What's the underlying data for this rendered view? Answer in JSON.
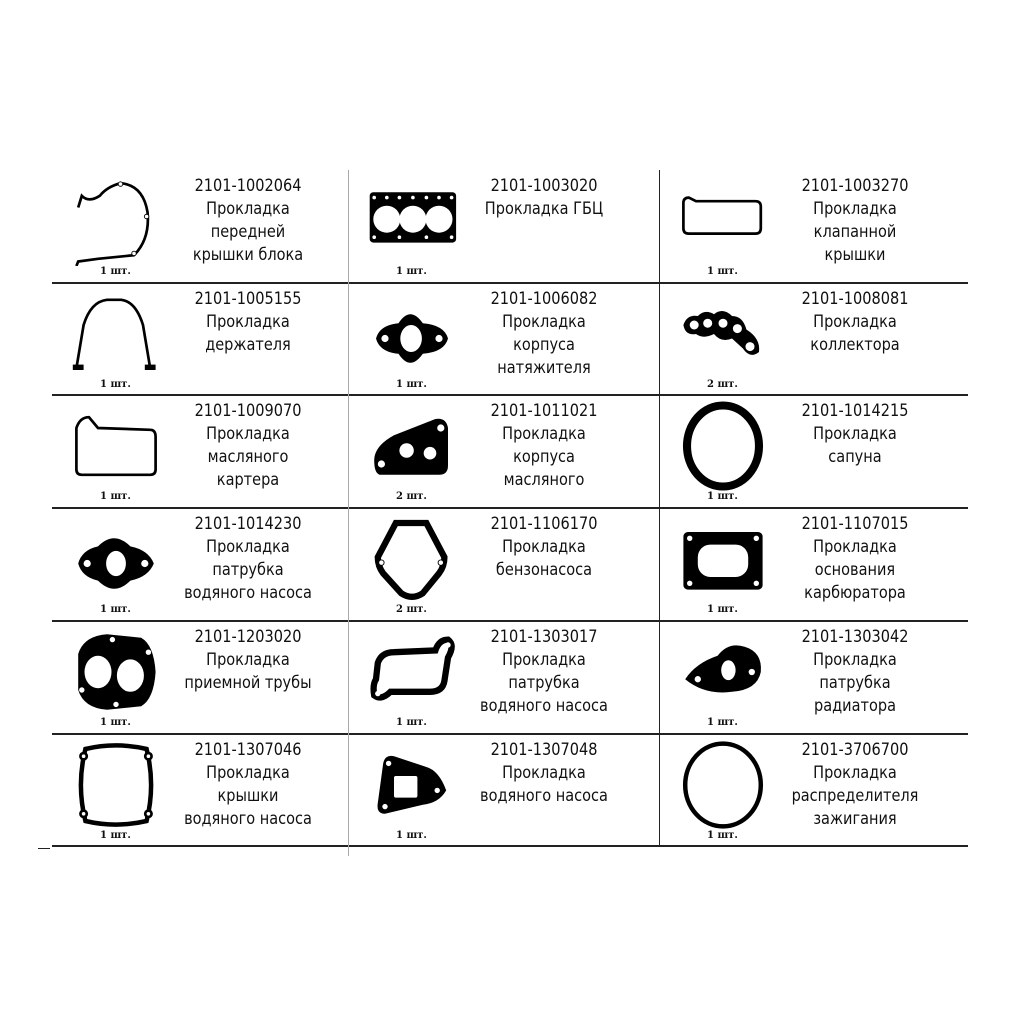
{
  "items": [
    {
      "code": "2101-1002064",
      "name": [
        "Прокладка",
        "передней",
        "крышки блока"
      ],
      "qty": "1 шт.",
      "icon": "front-cover-gasket-icon"
    },
    {
      "code": "2101-1003020",
      "name": [
        "Прокладка ГБЦ"
      ],
      "qty": "1 шт.",
      "icon": "cylinder-head-gasket-icon"
    },
    {
      "code": "2101-1003270",
      "name": [
        "Прокладка",
        "клапанной",
        "крышки"
      ],
      "qty": "1 шт.",
      "icon": "valve-cover-gasket-icon"
    },
    {
      "code": "2101-1005155",
      "name": [
        "Прокладка",
        "держателя"
      ],
      "qty": "1 шт.",
      "icon": "holder-gasket-icon"
    },
    {
      "code": "2101-1006082",
      "name": [
        "Прокладка",
        "корпуса",
        "натяжителя"
      ],
      "qty": "1 шт.",
      "icon": "tensioner-gasket-icon"
    },
    {
      "code": "2101-1008081",
      "name": [
        "Прокладка",
        "коллектора"
      ],
      "qty": "2 шт.",
      "icon": "manifold-gasket-icon"
    },
    {
      "code": "2101-1009070",
      "name": [
        "Прокладка",
        "масляного",
        "картера"
      ],
      "qty": "1 шт.",
      "icon": "oil-pan-gasket-icon"
    },
    {
      "code": "2101-1011021",
      "name": [
        "Прокладка",
        "корпуса",
        "масляного"
      ],
      "qty": "2 шт.",
      "icon": "oil-housing-gasket-icon"
    },
    {
      "code": "2101-1014215",
      "name": [
        "Прокладка",
        "сапуна"
      ],
      "qty": "1 шт.",
      "icon": "breather-ring-gasket-icon"
    },
    {
      "code": "2101-1014230",
      "name": [
        "Прокладка",
        "патрубка",
        "водяного насоса"
      ],
      "qty": "1 шт.",
      "icon": "pump-pipe-flange-gasket-icon"
    },
    {
      "code": "2101-1106170",
      "name": [
        "Прокладка",
        "бензонасоса"
      ],
      "qty": "2 шт.",
      "icon": "fuel-pump-gasket-icon"
    },
    {
      "code": "2101-1107015",
      "name": [
        "Прокладка",
        "основания",
        "карбюратора"
      ],
      "qty": "1 шт.",
      "icon": "carburetor-base-gasket-icon"
    },
    {
      "code": "2101-1203020",
      "name": [
        "Прокладка",
        "приемной трубы"
      ],
      "qty": "1 шт.",
      "icon": "exhaust-pipe-gasket-icon"
    },
    {
      "code": "2101-1303017",
      "name": [
        "Прокладка",
        "патрубка",
        "водяного насоса"
      ],
      "qty": "1 шт.",
      "icon": "water-pipe-gasket-icon"
    },
    {
      "code": "2101-1303042",
      "name": [
        "Прокладка",
        "патрубка",
        "радиатора"
      ],
      "qty": "1 шт.",
      "icon": "radiator-pipe-gasket-icon"
    },
    {
      "code": "2101-1307046",
      "name": [
        "Прокладка",
        "крышки",
        "водяного насоса"
      ],
      "qty": "1 шт.",
      "icon": "pump-cover-gasket-icon"
    },
    {
      "code": "2101-1307048",
      "name": [
        "Прокладка",
        "водяного насоса"
      ],
      "qty": "1 шт.",
      "icon": "water-pump-gasket-icon"
    },
    {
      "code": "2101-3706700",
      "name": [
        "Прокладка",
        "распределителя",
        "зажигания"
      ],
      "qty": "1 шт.",
      "icon": "distributor-ring-gasket-icon"
    }
  ]
}
